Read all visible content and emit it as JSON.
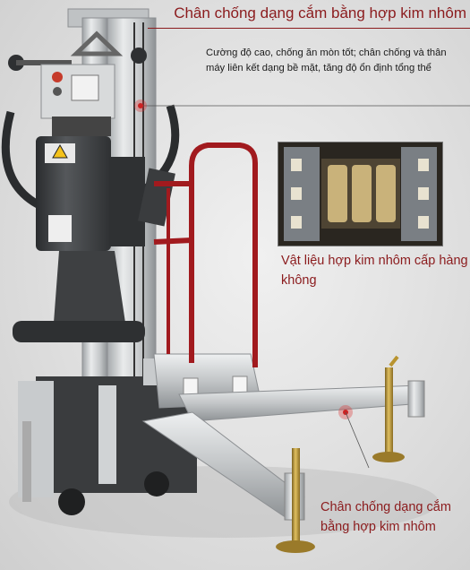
{
  "title": "Chân chống dạng cắm bằng hợp kim nhôm",
  "description": "Cường độ cao, chống ăn mòn tốt; chân chống và thân máy liên kết dạng bề mặt, tăng độ ổn định tổng thể",
  "callouts": {
    "material_label": "Vật liệu hợp kim nhôm cấp hàng không",
    "outrigger_label": "Chân chống dạng cắm bằng hợp kim nhôm"
  },
  "colors": {
    "accent": "#8b1b1d",
    "handrail": "#a11a1e",
    "aluminum": "#c9ccce",
    "body_dark": "#3c3e40",
    "foot_brass": "#b8932f"
  }
}
